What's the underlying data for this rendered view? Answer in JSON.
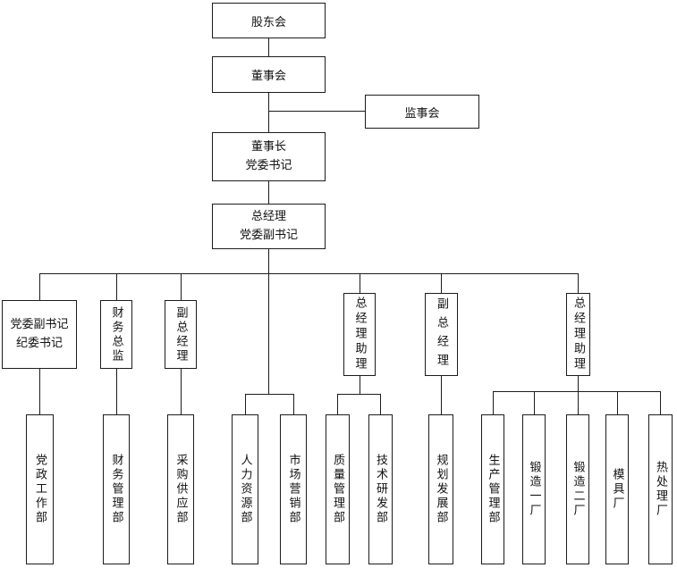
{
  "diagram": {
    "type": "org-chart",
    "background_color": "#ffffff",
    "line_color": "#1c1c1c",
    "nodes": {
      "shareholders": {
        "label": "股东会"
      },
      "board": {
        "label": "董事会"
      },
      "supervisory": {
        "label": "监事会"
      },
      "chairman": {
        "label": "董事长\n党委书记"
      },
      "general_manager": {
        "label": "总经理\n党委副书记"
      },
      "deputy_party_secretary": {
        "label": "党委副书记\n纪委书记"
      },
      "finance_director": {
        "label": "财务总监"
      },
      "deputy_gm_1": {
        "label": "副总经理"
      },
      "gm_assistant_1": {
        "label": "总经理助理"
      },
      "deputy_gm_2": {
        "label": "副总经理"
      },
      "gm_assistant_2": {
        "label": "总经理助理"
      },
      "party_government_work_dept": {
        "label": "党政工作部"
      },
      "financial_management_dept": {
        "label": "财务管理部"
      },
      "procurement_supply_dept": {
        "label": "采购供应部"
      },
      "human_resources_dept": {
        "label": "人力资源部"
      },
      "marketing_dept": {
        "label": "市场营销部"
      },
      "quality_management_dept": {
        "label": "质量管理部"
      },
      "technology_rd_dept": {
        "label": "技术研发部"
      },
      "planning_development_dept": {
        "label": "规划发展部"
      },
      "production_management_dept": {
        "label": "生产管理部"
      },
      "forging_plant_1": {
        "label": "锻造一厂"
      },
      "forging_plant_2": {
        "label": "锻造二厂"
      },
      "mold_plant": {
        "label": "模具厂"
      },
      "heat_treatment_plant": {
        "label": "热处理厂"
      }
    },
    "edges": [
      {
        "from": "shareholders",
        "to": "board"
      },
      {
        "from": "board",
        "to": "supervisory"
      },
      {
        "from": "board",
        "to": "chairman"
      },
      {
        "from": "chairman",
        "to": "general_manager"
      },
      {
        "from": "general_manager",
        "to": "deputy_party_secretary"
      },
      {
        "from": "general_manager",
        "to": "finance_director"
      },
      {
        "from": "general_manager",
        "to": "deputy_gm_1"
      },
      {
        "from": "general_manager",
        "to": "gm_assistant_1"
      },
      {
        "from": "general_manager",
        "to": "deputy_gm_2"
      },
      {
        "from": "general_manager",
        "to": "gm_assistant_2"
      },
      {
        "from": "general_manager",
        "to": "human_resources_dept"
      },
      {
        "from": "general_manager",
        "to": "marketing_dept"
      },
      {
        "from": "deputy_party_secretary",
        "to": "party_government_work_dept"
      },
      {
        "from": "finance_director",
        "to": "financial_management_dept"
      },
      {
        "from": "deputy_gm_1",
        "to": "procurement_supply_dept"
      },
      {
        "from": "gm_assistant_1",
        "to": "quality_management_dept"
      },
      {
        "from": "gm_assistant_1",
        "to": "technology_rd_dept"
      },
      {
        "from": "deputy_gm_2",
        "to": "planning_development_dept"
      },
      {
        "from": "gm_assistant_2",
        "to": "production_management_dept"
      },
      {
        "from": "gm_assistant_2",
        "to": "forging_plant_1"
      },
      {
        "from": "gm_assistant_2",
        "to": "forging_plant_2"
      },
      {
        "from": "gm_assistant_2",
        "to": "mold_plant"
      },
      {
        "from": "gm_assistant_2",
        "to": "heat_treatment_plant"
      }
    ]
  }
}
